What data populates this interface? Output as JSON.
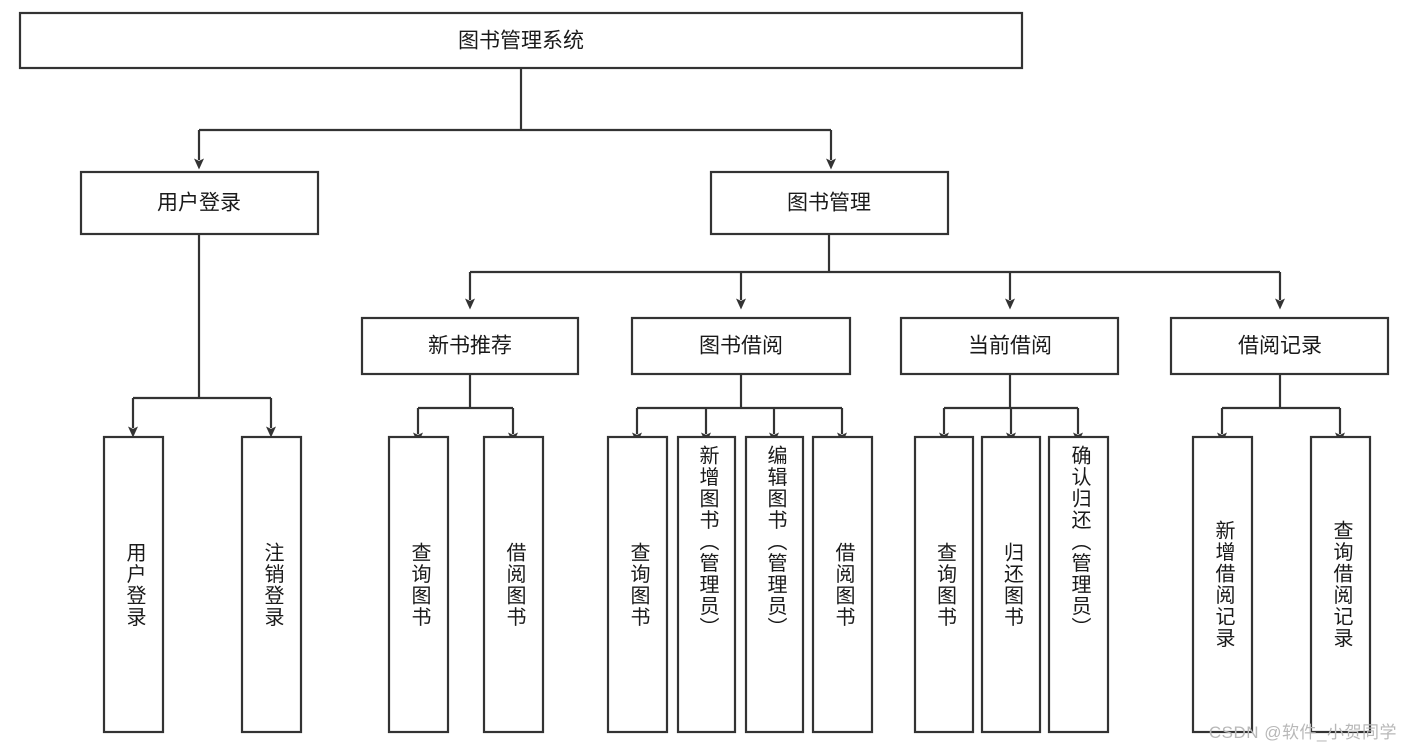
{
  "diagram": {
    "title_node": {
      "label": "图书管理系统"
    },
    "level2": [
      {
        "label": "用户登录"
      },
      {
        "label": "图书管理"
      }
    ],
    "level3": [
      {
        "label": "新书推荐"
      },
      {
        "label": "图书借阅"
      },
      {
        "label": "当前借阅"
      },
      {
        "label": "借阅记录"
      }
    ],
    "leaves": {
      "user_login": [
        {
          "label": "用户登录"
        },
        {
          "label": "注销登录"
        }
      ],
      "new_book": [
        {
          "label": "查询图书"
        },
        {
          "label": "借阅图书"
        }
      ],
      "book_borrow": [
        {
          "label": "查询图书"
        },
        {
          "label": "新增图书（管理员）"
        },
        {
          "label": "编辑图书（管理员）"
        },
        {
          "label": "借阅图书"
        }
      ],
      "current_borrow": [
        {
          "label": "查询图书"
        },
        {
          "label": "归还图书"
        },
        {
          "label": "确认归还（管理员）"
        }
      ],
      "borrow_record": [
        {
          "label": "新增借阅记录"
        },
        {
          "label": "查询借阅记录"
        }
      ]
    }
  },
  "watermark": {
    "text": "CSDN @软件_小贺同学"
  },
  "colors": {
    "stroke": "#333333",
    "text": "#1a1a1a",
    "background": "#ffffff",
    "watermark": "#b8b8b8"
  }
}
